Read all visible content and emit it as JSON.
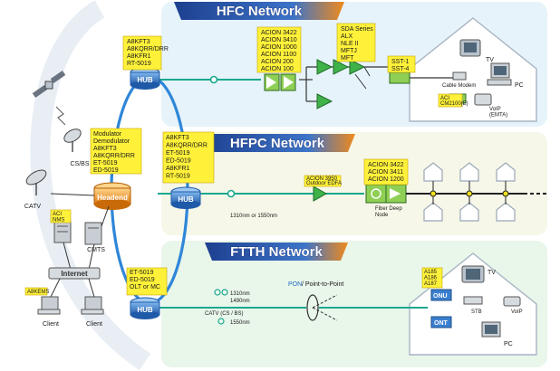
{
  "colors": {
    "hfc_band": "#e6f3fa",
    "hfpc_band": "#f6f7e8",
    "ftth_band": "#e9f6ea",
    "ring": "#2e86d8",
    "fiber": "#1aa88e",
    "amp": "#3fb24a",
    "label_box": "#fff13a",
    "hub": "#3b78c6",
    "headend": "#f0a030"
  },
  "networks": {
    "hfc": {
      "title": "HFC Network"
    },
    "hfpc": {
      "title": "HFPC Network"
    },
    "ftth": {
      "title": "FTTH Network"
    }
  },
  "labels": {
    "hub_top": [
      "A8KFT3",
      "A8KQRR/DRR",
      "A8KFR1",
      "RT-5019"
    ],
    "hfc_acion": [
      "ACION 3422",
      "ACION 3410",
      "ACION 1000",
      "ACION 1100",
      "ACION 200",
      "ACION 100"
    ],
    "sda": [
      "SDA Series",
      "ALX",
      "NLE II",
      "MFTJ",
      "MFT"
    ],
    "sst": [
      "SST-1",
      "SST-4"
    ],
    "aci_cm": [
      "ACI",
      "CM2100(E)"
    ],
    "headend_box": [
      "Modulator",
      "Demodulator",
      "A8KFT3",
      "A8KQRR/DRR",
      "ET-5019",
      "ED-5019"
    ],
    "hub_mid": [
      "A8KFT3",
      "A8KQRR/DRR",
      "ET-5019",
      "ED-5019",
      "A8KFR1",
      "RT-5019"
    ],
    "edfa": [
      "ACION 3950",
      "Outdoor EDFA"
    ],
    "fiber_node_box": [
      "ACION 3422",
      "ACION 3411",
      "ACION 1200"
    ],
    "hub_bot": [
      "ET-5019",
      "ED-5019",
      "OLT or MC"
    ],
    "ftth_a": [
      "A185",
      "A186",
      "A187"
    ],
    "aci_nms": [
      "ACI",
      "NMS"
    ],
    "a8kems": "A8KEMS"
  },
  "text": {
    "hub": "HUB",
    "headend": "Headend",
    "csbs": "CS/BS",
    "catv": "CATV",
    "cmts": "CMTS",
    "internet": "Internet",
    "client": "Client",
    "tv": "TV",
    "pc": "PC",
    "cable_modem": "Cable Modem",
    "voip_emta": [
      "VoIP",
      "(EMTA)"
    ],
    "wl_hfpc": "1310nm or 1550nm",
    "fiber_deep_node": [
      "Fiber Deep",
      "Node"
    ],
    "wl_1310": "1310nm",
    "wl_1490": "1490nm",
    "catv_csbs": "CATV (CS / BS)",
    "wl_1550": "1550nm",
    "pon": "PON",
    "ptp": " / Point-to-Point",
    "onu": "ONU",
    "ont": "ONT",
    "stb": "STB",
    "voip": "VoIP"
  }
}
